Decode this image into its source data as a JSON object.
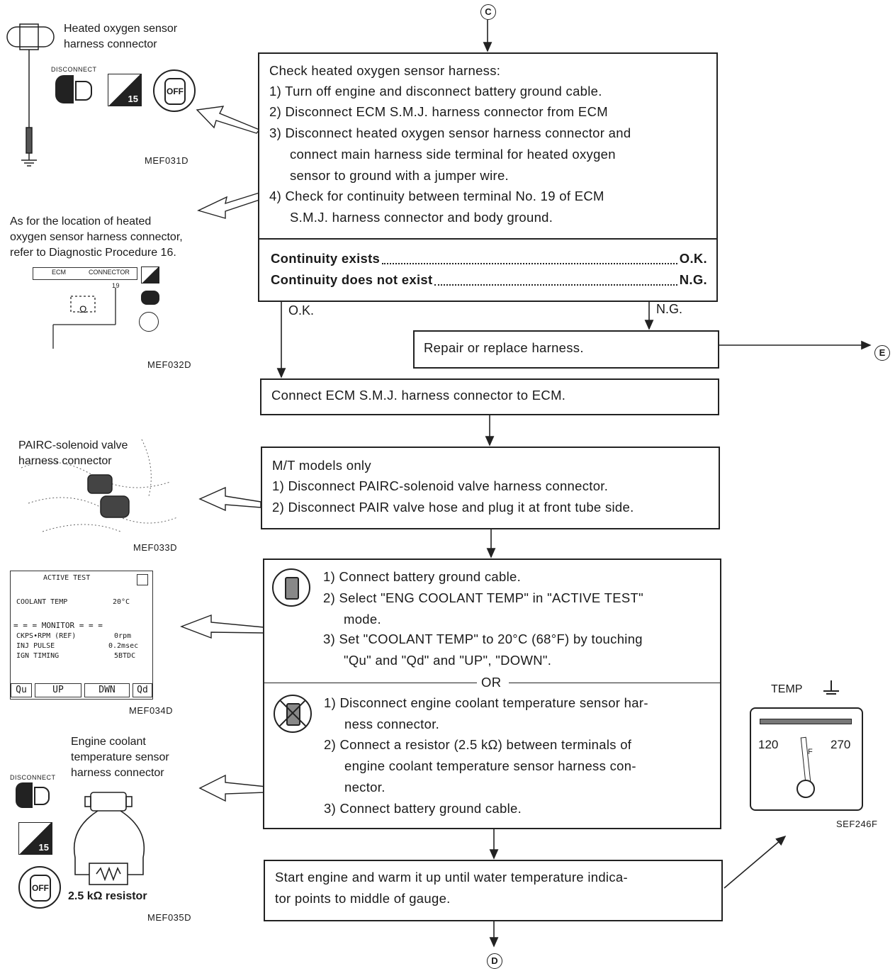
{
  "connectors": {
    "top": "C",
    "right": "E",
    "bottom": "D"
  },
  "box1": {
    "title": "Check heated oxygen sensor harness:",
    "steps": [
      "1)  Turn off engine and disconnect battery ground cable.",
      "2)  Disconnect ECM S.M.J. harness connector from ECM",
      "3)  Disconnect heated oxygen sensor harness connector and",
      "connect main harness side terminal for heated oxygen",
      "sensor to ground with a jumper wire.",
      "4)  Check for continuity between terminal No. 19 of ECM",
      "S.M.J. harness connector and body ground."
    ],
    "result1_label": "Continuity exists",
    "result1_value": "O.K.",
    "result2_label": "Continuity does not exist",
    "result2_value": "N.G."
  },
  "branch": {
    "ok": "O.K.",
    "ng": "N.G."
  },
  "box_repair": "Repair or replace harness.",
  "box_connect": "Connect ECM S.M.J. harness connector to ECM.",
  "box3": {
    "title": "M/T models only",
    "step1": "1) Disconnect PAIRC-solenoid valve harness connector.",
    "step2": "2) Disconnect PAIR valve hose and plug it at front tube side."
  },
  "box4": {
    "a1": "1)  Connect battery ground cable.",
    "a2": "2)  Select \"ENG COOLANT TEMP\" in \"ACTIVE TEST\"",
    "a2b": "mode.",
    "a3": "3)  Set \"COOLANT TEMP\" to 20°C (68°F) by touching",
    "a3b": "\"Qu\" and \"Qd\" and \"UP\", \"DOWN\".",
    "or": "OR",
    "b1": "1)  Disconnect engine coolant temperature sensor har-",
    "b1b": "ness connector.",
    "b2": "2)  Connect a resistor (2.5 kΩ) between terminals of",
    "b2b": "engine coolant temperature sensor harness con-",
    "b2c": "nector.",
    "b3": "3)  Connect battery ground cable."
  },
  "box5": {
    "line1": "Start engine and warm it up until water temperature indica-",
    "line2": "tor points to middle of gauge."
  },
  "fig1": {
    "label1": "Heated oxygen sensor",
    "label2": "harness connector",
    "disconnect": "DISCONNECT",
    "off": "OFF",
    "badge": "15",
    "code": "MEF031D"
  },
  "fig2": {
    "line1": "As for the location of heated",
    "line2": "oxygen sensor harness connector,",
    "line3": "refer to Diagnostic Procedure 16.",
    "ecm": "ECM",
    "connector": "CONNECTOR",
    "pin": "19",
    "ohm": "Ω",
    "code": "MEF032D"
  },
  "fig3": {
    "line1": "PAIRC-solenoid valve",
    "line2": "harness connector",
    "code": "MEF033D"
  },
  "fig4": {
    "title": "ACTIVE TEST",
    "row1_label": "COOLANT TEMP",
    "row1_value": "20°C",
    "monitor": "= = = MONITOR = = =",
    "m1": "CKPS•RPM (REF)",
    "m1v": "0rpm",
    "m2": "INJ PULSE",
    "m2v": "0.2msec",
    "m3": "IGN TIMING",
    "m3v": "5BTDC",
    "btn_qu": "Qu",
    "btn_up": "UP",
    "btn_dwn": "DWN",
    "btn_qd": "Qd",
    "code": "MEF034D"
  },
  "fig5": {
    "line1": "Engine coolant",
    "line2": "temperature sensor",
    "line3": "harness connector",
    "disconnect": "DISCONNECT",
    "badge": "15",
    "off": "OFF",
    "resistor": "2.5 kΩ resistor",
    "code": "MEF035D"
  },
  "fig6": {
    "label": "TEMP",
    "low": "120",
    "high": "270",
    "needle": "F",
    "code": "SEF246F"
  }
}
